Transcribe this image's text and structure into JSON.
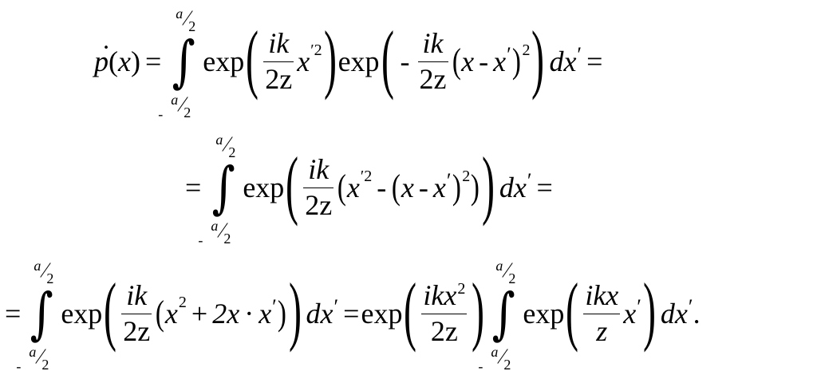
{
  "equation": {
    "line1": {
      "lhs_p": "p",
      "lhs_dot": "˙",
      "lhs_paren_open": "(",
      "lhs_x": "x",
      "lhs_paren_close": ")",
      "equals": "=",
      "integral_upper_a": "a",
      "integral_upper_2": "2",
      "integral_lower_neg": "-",
      "integral_lower_a": "a",
      "integral_lower_2": "2",
      "exp1": "exp",
      "frac1_num": "ik",
      "frac1_den": "2z",
      "term1_x": "x",
      "term1_prime_sup": "′2",
      "exp2": "exp",
      "minus": "-",
      "frac2_num": "ik",
      "frac2_den": "2z",
      "p_open": "(",
      "x1": "x",
      "minus2": "-",
      "x2": "x",
      "x2_prime": "′",
      "p_close": ")",
      "sq": "2",
      "dx": "dx",
      "dx_prime": "′",
      "equals_end": "="
    },
    "line2": {
      "equals": "=",
      "integral_upper_a": "a",
      "integral_upper_2": "2",
      "integral_lower_neg": "-",
      "integral_lower_a": "a",
      "integral_lower_2": "2",
      "exp": "exp",
      "frac_num": "ik",
      "frac_den": "2z",
      "x_a": "x",
      "x_a_sup": "′2",
      "minus": "-",
      "p_open": "(",
      "x_b": "x",
      "minus2": "-",
      "x_c": "x",
      "x_c_prime": "′",
      "p_close": ")",
      "sq": "2",
      "dx": "dx",
      "dx_prime": "′",
      "equals_end": "="
    },
    "line3": {
      "equals": "=",
      "integral_upper_a": "a",
      "integral_upper_2": "2",
      "integral_lower_neg": "-",
      "integral_lower_a": "a",
      "integral_lower_2": "2",
      "exp1": "exp",
      "frac1_num": "ik",
      "frac1_den": "2z",
      "x_a": "x",
      "x_a_sup": "2",
      "plus": "+",
      "two_x": "2x",
      "cdot": "·",
      "x_b": "x",
      "x_b_prime": "′",
      "dx1": "dx",
      "dx1_prime": "′",
      "equals_mid": "=",
      "exp2": "exp",
      "frac2_num_a": "ikx",
      "frac2_num_sup": "2",
      "frac2_den": "2z",
      "int2_upper_a": "a",
      "int2_upper_2": "2",
      "int2_lower_neg": "-",
      "int2_lower_a": "a",
      "int2_lower_2": "2",
      "exp3": "exp",
      "frac3_num": "ikx",
      "frac3_den": "z",
      "x_c": "x",
      "x_c_prime": "′",
      "dx2": "dx",
      "dx2_prime": "′",
      "period": "."
    }
  }
}
